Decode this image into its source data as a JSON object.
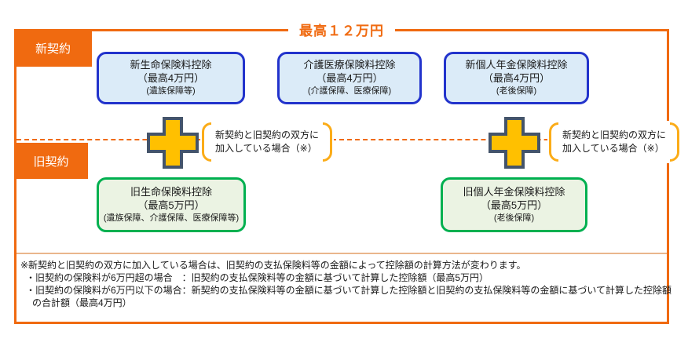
{
  "title": "最高１２万円",
  "labels": {
    "new_contract": "新契約",
    "old_contract": "旧契約"
  },
  "new_boxes": [
    {
      "line1": "新生命保険料控除",
      "line2": "（最高4万円）",
      "line3": "(遺族保障等)"
    },
    {
      "line1": "介護医療保険料控除",
      "line2": "（最高4万円）",
      "line3": "(介護保障、医療保障)"
    },
    {
      "line1": "新個人年金保険料控除",
      "line2": "（最高4万円）",
      "line3": "(老後保障)"
    }
  ],
  "old_boxes": [
    {
      "line1": "旧生命保険料控除",
      "line2": "（最高5万円）",
      "line3": "(遺族保障、介護保障、医療保障等)"
    },
    {
      "line1": "旧個人年金保険料控除",
      "line2": "（最高5万円）",
      "line3": "(老後保障)"
    }
  ],
  "plus_annotation": {
    "line1": "新契約と旧契約の双方に",
    "line2": "加入している場合（※）"
  },
  "footnote": {
    "line1": "※新契約と旧契約の双方に加入している場合は、旧契約の支払保険料等の金額によって控除額の計算方法が変わります。",
    "line2": "・旧契約の保険料が6万円超の場合　：旧契約の支払保険料等の金額に基づいて計算した控除額（最高5万円）",
    "line3": "・旧契約の保険料が6万円以下の場合：新契約の支払保険料等の金額に基づいて計算した控除額と旧契約の支払保険料等の金額に基づいて計算した控除額",
    "line4": "の合計額（最高4万円）"
  },
  "colors": {
    "orange": "#F06A10",
    "gold": "#FFC000",
    "cross_border": "#44546A",
    "blue_border": "#2233CC",
    "blue_fill": "#DBEBF8",
    "green_border": "#00B050",
    "green_fill": "#EBF3E3",
    "brace": "#FBAC18",
    "divider": "#EAB68C"
  }
}
